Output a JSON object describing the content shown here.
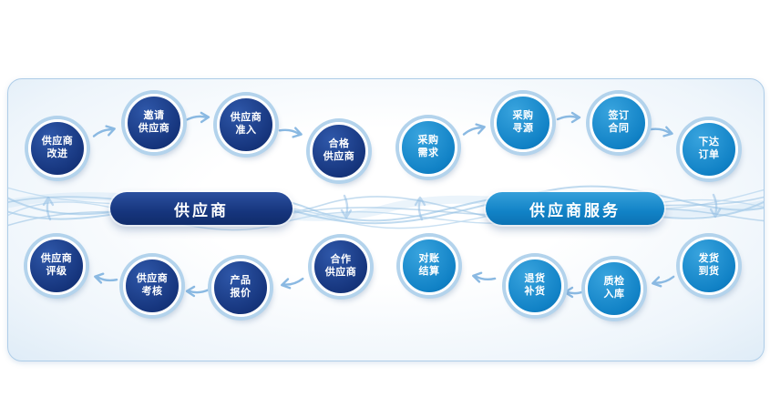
{
  "colors": {
    "navy": "#16357d",
    "blue": "#1182c6",
    "arrow": "#8ab9e2",
    "wave_light": "#bfdaf0",
    "wave_mid": "#a9cde9",
    "wave_dark": "#93bfe2"
  },
  "left_cycle": {
    "center_label": "供应商",
    "nodes": [
      {
        "label": "供应商\n改进"
      },
      {
        "label": "邀请\n供应商"
      },
      {
        "label": "供应商\n准入"
      },
      {
        "label": "合格\n供应商"
      },
      {
        "label": "合作\n供应商"
      },
      {
        "label": "产品\n报价"
      },
      {
        "label": "供应商\n考核"
      },
      {
        "label": "供应商\n评级"
      }
    ]
  },
  "right_cycle": {
    "center_label": "供应商服务",
    "nodes": [
      {
        "label": "采购\n需求"
      },
      {
        "label": "采购\n寻源"
      },
      {
        "label": "签订\n合同"
      },
      {
        "label": "下达\n订单"
      },
      {
        "label": "发货\n到货"
      },
      {
        "label": "质检\n入库"
      },
      {
        "label": "退货\n补货"
      },
      {
        "label": "对账\n结算"
      }
    ]
  }
}
